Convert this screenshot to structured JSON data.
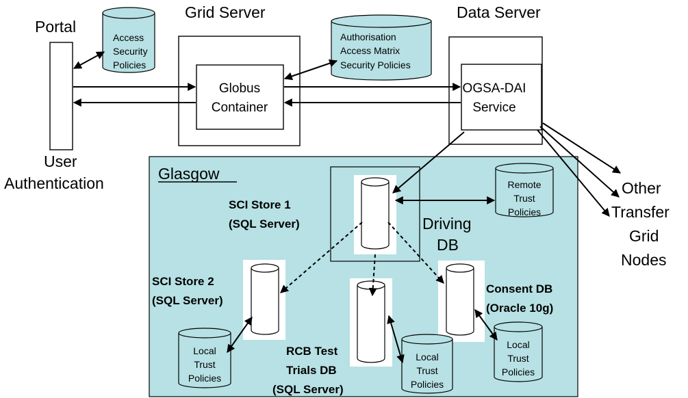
{
  "labels": {
    "portal": "Portal",
    "grid_server": "Grid Server",
    "data_server": "Data Server",
    "user_auth_line1": "User",
    "user_auth_line2": "Authentication",
    "globus_line1": "Globus",
    "globus_line2": "Container",
    "ogsa_line1": "OGSA-DAI",
    "ogsa_line2": "Service",
    "glasgow": "Glasgow",
    "other_line1": "Other",
    "other_line2": "Transfer",
    "other_line3": "Grid",
    "other_line4": "Nodes",
    "driving_line1": "Driving",
    "driving_line2": "DB",
    "sci1_line1": "SCI Store 1",
    "sci1_line2": "(SQL Server)",
    "sci2_line1": "SCI Store 2",
    "sci2_line2": "(SQL Server)",
    "rcb_line1": "RCB Test",
    "rcb_line2": "Trials DB",
    "rcb_line3": "(SQL Server)",
    "consent_line1": "Consent DB",
    "consent_line2": "(Oracle 10g)"
  },
  "policy_stores": {
    "access_security": [
      "Access",
      "Security",
      "Policies"
    ],
    "authorisation": [
      "Authorisation",
      "Access Matrix",
      "Security Policies"
    ],
    "remote_trust": [
      "Remote",
      "Trust",
      "Policies"
    ],
    "local_trust_1": [
      "Local",
      "Trust",
      "Policies"
    ],
    "local_trust_2": [
      "Local",
      "Trust",
      "Policies"
    ],
    "local_trust_3": [
      "Local",
      "Trust",
      "Policies"
    ]
  },
  "colors": {
    "region_fill": "#b7e1e4",
    "cylinder_fill": "#b7e1e4",
    "db_fill": "#ffffff",
    "line": "#000000"
  }
}
